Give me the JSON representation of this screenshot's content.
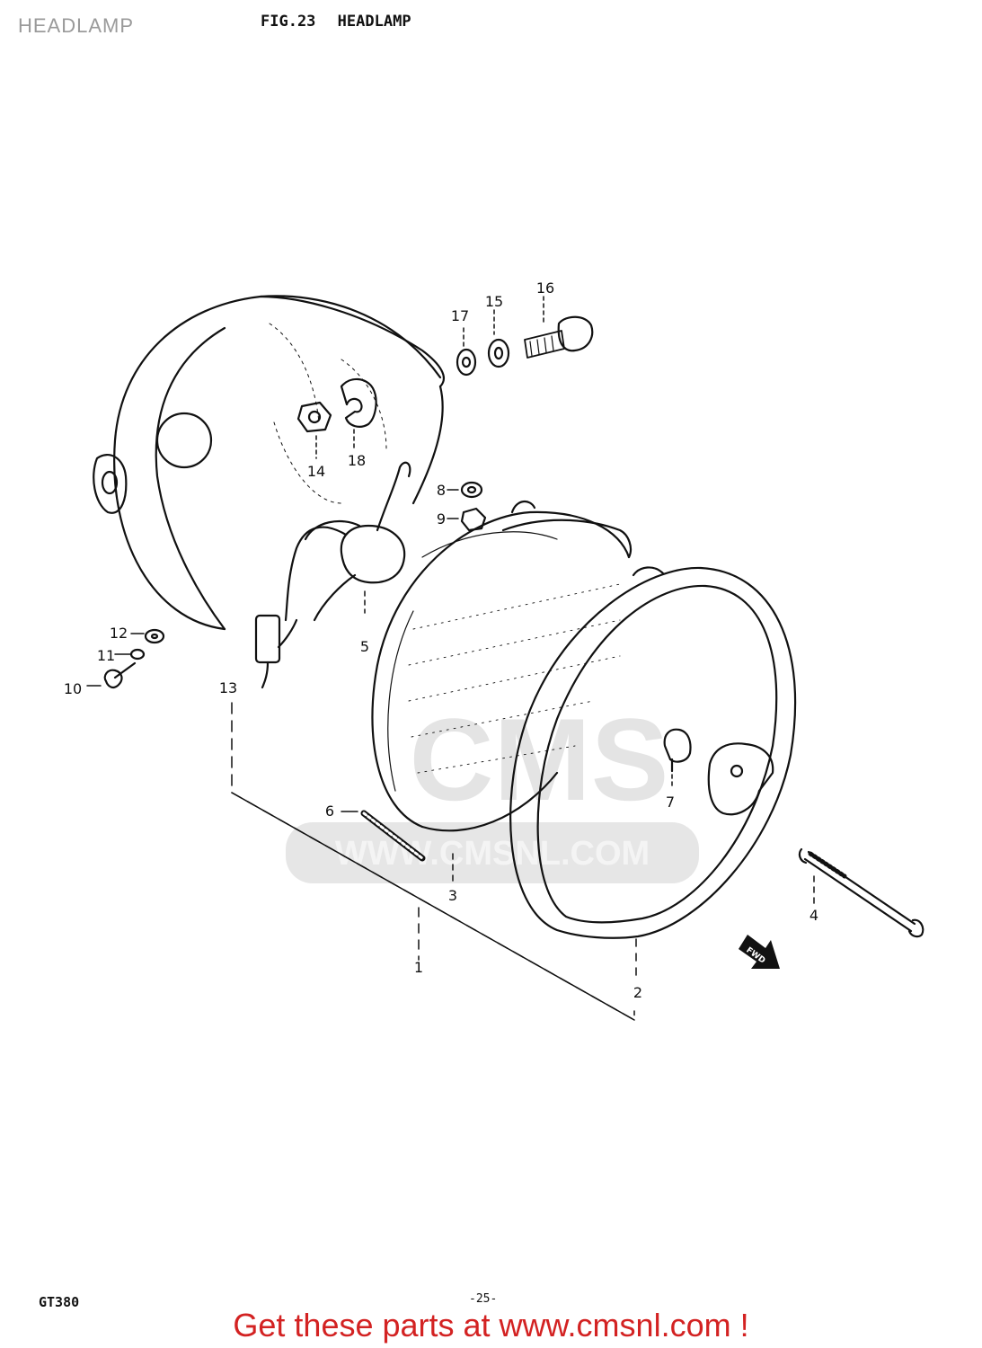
{
  "page": {
    "label": "HEADLAMP"
  },
  "figure": {
    "number": "FIG.23",
    "title": "HEADLAMP"
  },
  "footer": {
    "model": "GT380",
    "page_number": "-25-"
  },
  "watermark": {
    "logo_text": "CMS",
    "site_text": "WWW.CMSNL.COM"
  },
  "promo": {
    "text": "Get these parts at www.cmsnl.com !"
  },
  "direction_arrow": {
    "label": "FWD"
  },
  "parts": {
    "p1": "1",
    "p2": "2",
    "p3": "3",
    "p4": "4",
    "p5": "5",
    "p6": "6",
    "p7": "7",
    "p8": "8",
    "p9": "9",
    "p10": "10",
    "p11": "11",
    "p12": "12",
    "p13": "13",
    "p14": "14",
    "p15": "15",
    "p16": "16",
    "p17": "17",
    "p18": "18"
  },
  "colors": {
    "line": "#111111",
    "promo": "#d32222",
    "watermark": "#d9d9d9",
    "page_label": "#9a9a9a"
  }
}
